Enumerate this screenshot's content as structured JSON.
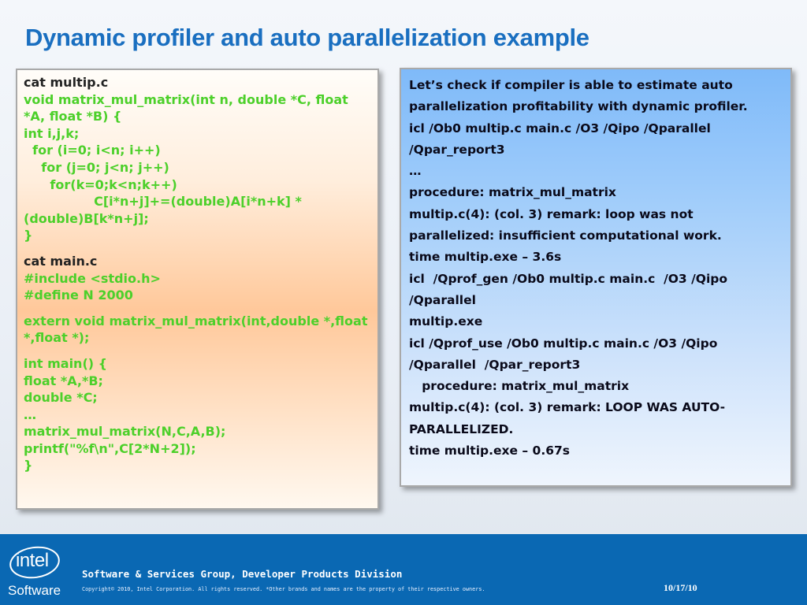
{
  "title": "Dynamic profiler and auto parallelization example",
  "left_panel": {
    "lines": [
      {
        "text": "cat multip.c",
        "style": "dark"
      },
      {
        "text": "void matrix_mul_matrix(int n, double *C, float *A, float *B) {",
        "style": "green"
      },
      {
        "text": "int i,j,k;",
        "style": "green"
      },
      {
        "text": "  for (i=0; i<n; i++)",
        "style": "green"
      },
      {
        "text": "    for (j=0; j<n; j++)",
        "style": "green"
      },
      {
        "text": "      for(k=0;k<n;k++)",
        "style": "green"
      },
      {
        "text": "                C[i*n+j]+=(double)A[i*n+k] * (double)B[k*n+j];",
        "style": "green"
      },
      {
        "text": "}",
        "style": "green"
      },
      {
        "text": "",
        "style": "blank"
      },
      {
        "text": "cat main.c",
        "style": "dark"
      },
      {
        "text": "#include <stdio.h>",
        "style": "green"
      },
      {
        "text": "#define N 2000",
        "style": "green"
      },
      {
        "text": "",
        "style": "blank"
      },
      {
        "text": "extern void matrix_mul_matrix(int,double *,float *,float *);",
        "style": "green"
      },
      {
        "text": "",
        "style": "blank"
      },
      {
        "text": "int main() {",
        "style": "green"
      },
      {
        "text": "float *A,*B;",
        "style": "green"
      },
      {
        "text": "double *C;",
        "style": "green"
      },
      {
        "text": "…",
        "style": "green"
      },
      {
        "text": "matrix_mul_matrix(N,C,A,B);",
        "style": "green"
      },
      {
        "text": "printf(\"%f\\n\",C[2*N+2]);",
        "style": "green"
      },
      {
        "text": "}",
        "style": "green"
      }
    ]
  },
  "right_panel": {
    "lines": [
      "Let’s check if compiler is able to estimate auto parallelization profitability with dynamic profiler.",
      "icl /Ob0 multip.c main.c /O3 /Qipo /Qparallel /Qpar_report3",
      "…",
      "procedure: matrix_mul_matrix",
      "multip.c(4): (col. 3) remark: loop was not parallelized: insufficient computational work.",
      "time multip.exe – 3.6s",
      "icl  /Qprof_gen /Ob0 multip.c main.c  /O3 /Qipo /Qparallel",
      "multip.exe",
      "icl /Qprof_use /Ob0 multip.c main.c /O3 /Qipo /Qparallel  /Qpar_report3",
      "   procedure: matrix_mul_matrix",
      "multip.c(4): (col. 3) remark: LOOP WAS AUTO-PARALLELIZED.",
      "time multip.exe – 0.67s"
    ]
  },
  "footer": {
    "logo_word": "intel",
    "logo_sub": "Software",
    "division": "Software & Services Group, Developer Products Division",
    "copyright": "Copyright© 2010, Intel Corporation. All rights reserved. *Other brands and names are the property of their respective owners.",
    "date": "10/17/10"
  }
}
